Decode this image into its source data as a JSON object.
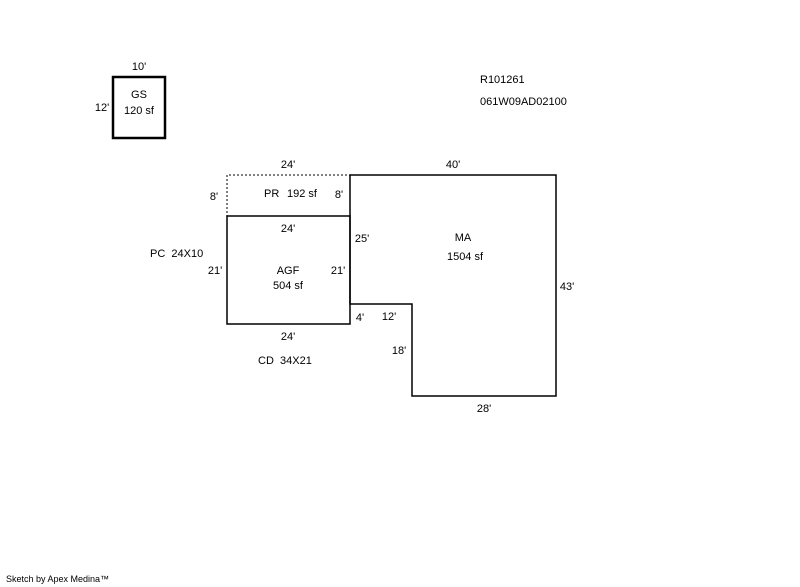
{
  "parcel": {
    "id": "R101261",
    "number": "061W09AD02100"
  },
  "areas": {
    "gs": {
      "name": "GS",
      "area": "120 sf",
      "width": "10'",
      "depth": "12'"
    },
    "pr": {
      "name": "PR",
      "area": "192 sf",
      "top": "24'",
      "left": "8'",
      "right": "8'"
    },
    "agf": {
      "name": "AGF",
      "area": "504 sf",
      "top": "24'",
      "bottom": "24'",
      "left": "21'",
      "right": "21'"
    },
    "ma": {
      "name": "MA",
      "area": "1504 sf",
      "top": "40'",
      "right": "43'",
      "bottom": "28'",
      "left_upper": "25'",
      "notch_step": "4'",
      "notch_top": "12'",
      "notch_side": "18'"
    }
  },
  "notes": {
    "pc": "PC  24X10",
    "cd": "CD  34X21"
  },
  "footer": "Sketch by Apex Medina™"
}
